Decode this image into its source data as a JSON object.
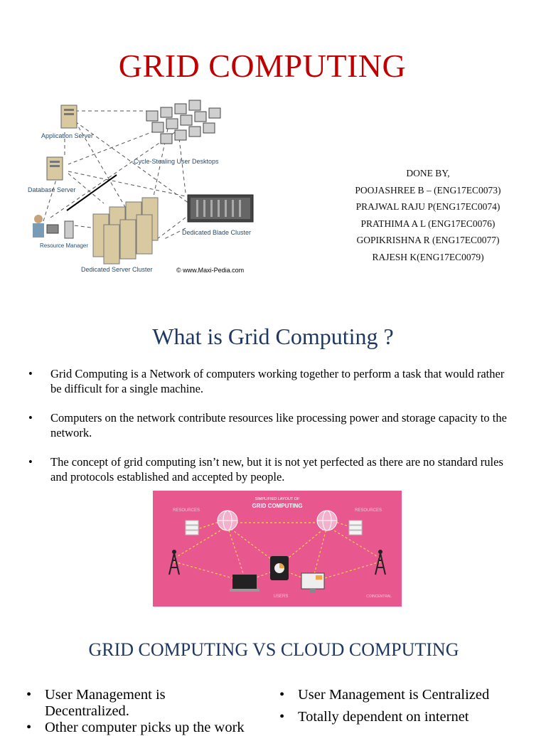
{
  "title": "GRID COMPUTING",
  "diagram": {
    "labels": [
      "Application Server",
      "Cycle-Stealing User Desktops",
      "Database Server",
      "Dedicated Blade Cluster",
      "Resource Manager",
      "Dedicated Server Cluster",
      "© www.Maxi-Pedia.com"
    ]
  },
  "credits": {
    "heading": "DONE BY,",
    "members": [
      "POOJASHREE B – (ENG17EC0073)",
      "PRAJWAL RAJU P(ENG17EC0074)",
      "PRATHIMA A L (ENG17EC0076)",
      "GOPIKRISHNA R (ENG17EC0077)",
      "RAJESH K(ENG17EC0079)"
    ]
  },
  "section": {
    "title": "What is Grid Computing ?",
    "bullets": [
      "Grid Computing is a Network of computers working together to perform a task that would rather be difficult for a single machine.",
      "Computers on the network contribute resources like processing power and storage capacity to the network.",
      "The concept of grid computing isn’t new, but it is not yet perfected as there are no standard rules and protocols established and accepted by people."
    ]
  },
  "infographic": {
    "small_title": "SIMPLIFIED LAYOUT OF",
    "big_title": "GRID COMPUTING",
    "resources_left": "RESOURCES",
    "resources_right": "RESOURCES",
    "users": "USERS",
    "brand": "COINCENTRAL",
    "bg_color": "#e8588f"
  },
  "comparison": {
    "title": "GRID COMPUTING          VS          CLOUD COMPUTING",
    "left": [
      "User Management is Decentralized.",
      "Other computer picks up the work"
    ],
    "right": [
      "User Management is Centralized",
      "Totally dependent on internet"
    ]
  }
}
